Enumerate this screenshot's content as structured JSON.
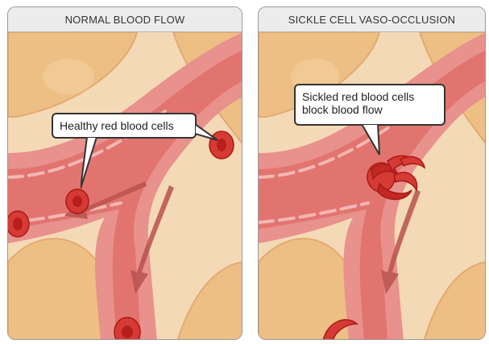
{
  "panels": [
    {
      "title": "NORMAL BLOOD FLOW",
      "callout": [
        "Healthy red blood cells"
      ]
    },
    {
      "title": "SICKLE CELL VASO-OCCLUSION",
      "callout": [
        "Sickled red blood cells",
        "block blood flow"
      ]
    }
  ],
  "colors": {
    "tissue": "#f4d9b6",
    "tissue_cell": "#eebf84",
    "vessel_wall": "#e8918d",
    "vessel_lumen": "#e2746f",
    "red_cell": "#d63a35",
    "red_cell_center": "#b81f1c",
    "flow_arrow": "#b9524e"
  },
  "icons": [
    "flow-arrow-icon",
    "red-blood-cell-icon",
    "sickle-cell-icon"
  ]
}
